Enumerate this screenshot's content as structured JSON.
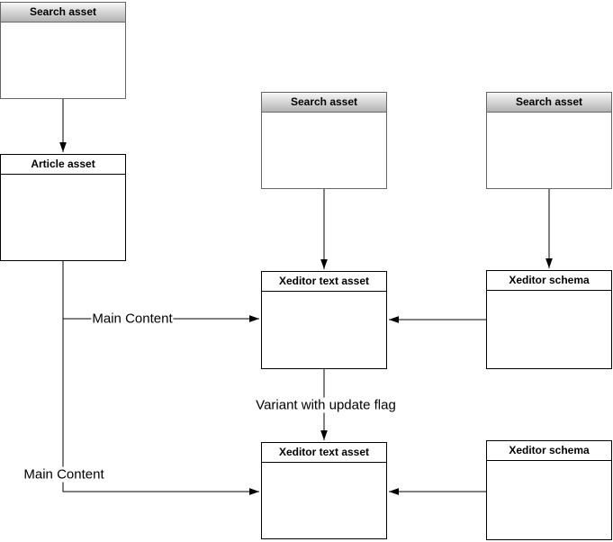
{
  "diagram": {
    "nodes": [
      {
        "id": "search-asset-top-left",
        "title": "Search asset",
        "style": "gradient-header"
      },
      {
        "id": "article-asset",
        "title": "Article asset",
        "style": "plain-header"
      },
      {
        "id": "search-asset-middle",
        "title": "Search asset",
        "style": "gradient-header"
      },
      {
        "id": "search-asset-right",
        "title": "Search asset",
        "style": "gradient-header"
      },
      {
        "id": "xeditor-text-asset-main",
        "title": "Xeditor text asset",
        "style": "plain-header"
      },
      {
        "id": "xeditor-schema-main",
        "title": "Xeditor schema",
        "style": "plain-header"
      },
      {
        "id": "xeditor-text-asset-variant",
        "title": "Xeditor text asset",
        "style": "plain-header"
      },
      {
        "id": "xeditor-schema-variant",
        "title": "Xeditor schema",
        "style": "plain-header"
      }
    ],
    "edge_labels": [
      {
        "id": "main-content-upper",
        "text": "Main Content"
      },
      {
        "id": "variant-with-update-flag",
        "text": "Variant with update flag"
      },
      {
        "id": "main-content-lower",
        "text": "Main Content"
      }
    ],
    "colors": {
      "edge": "#000000",
      "plain_border": "#000000",
      "gradient_border": "#666666",
      "gradient_top": "#f7f7f7",
      "gradient_bottom": "#b3b3b3",
      "background": "#ffffff"
    }
  }
}
